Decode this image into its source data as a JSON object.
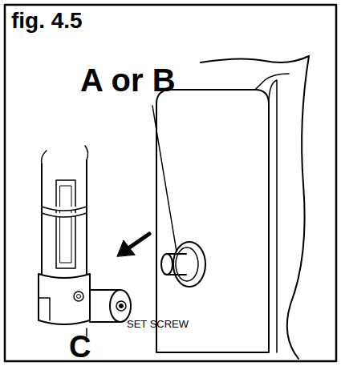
{
  "diagram": {
    "title": "fig. 4.5",
    "labels": [
      "A or B",
      "C",
      "SET SCREW"
    ]
  }
}
